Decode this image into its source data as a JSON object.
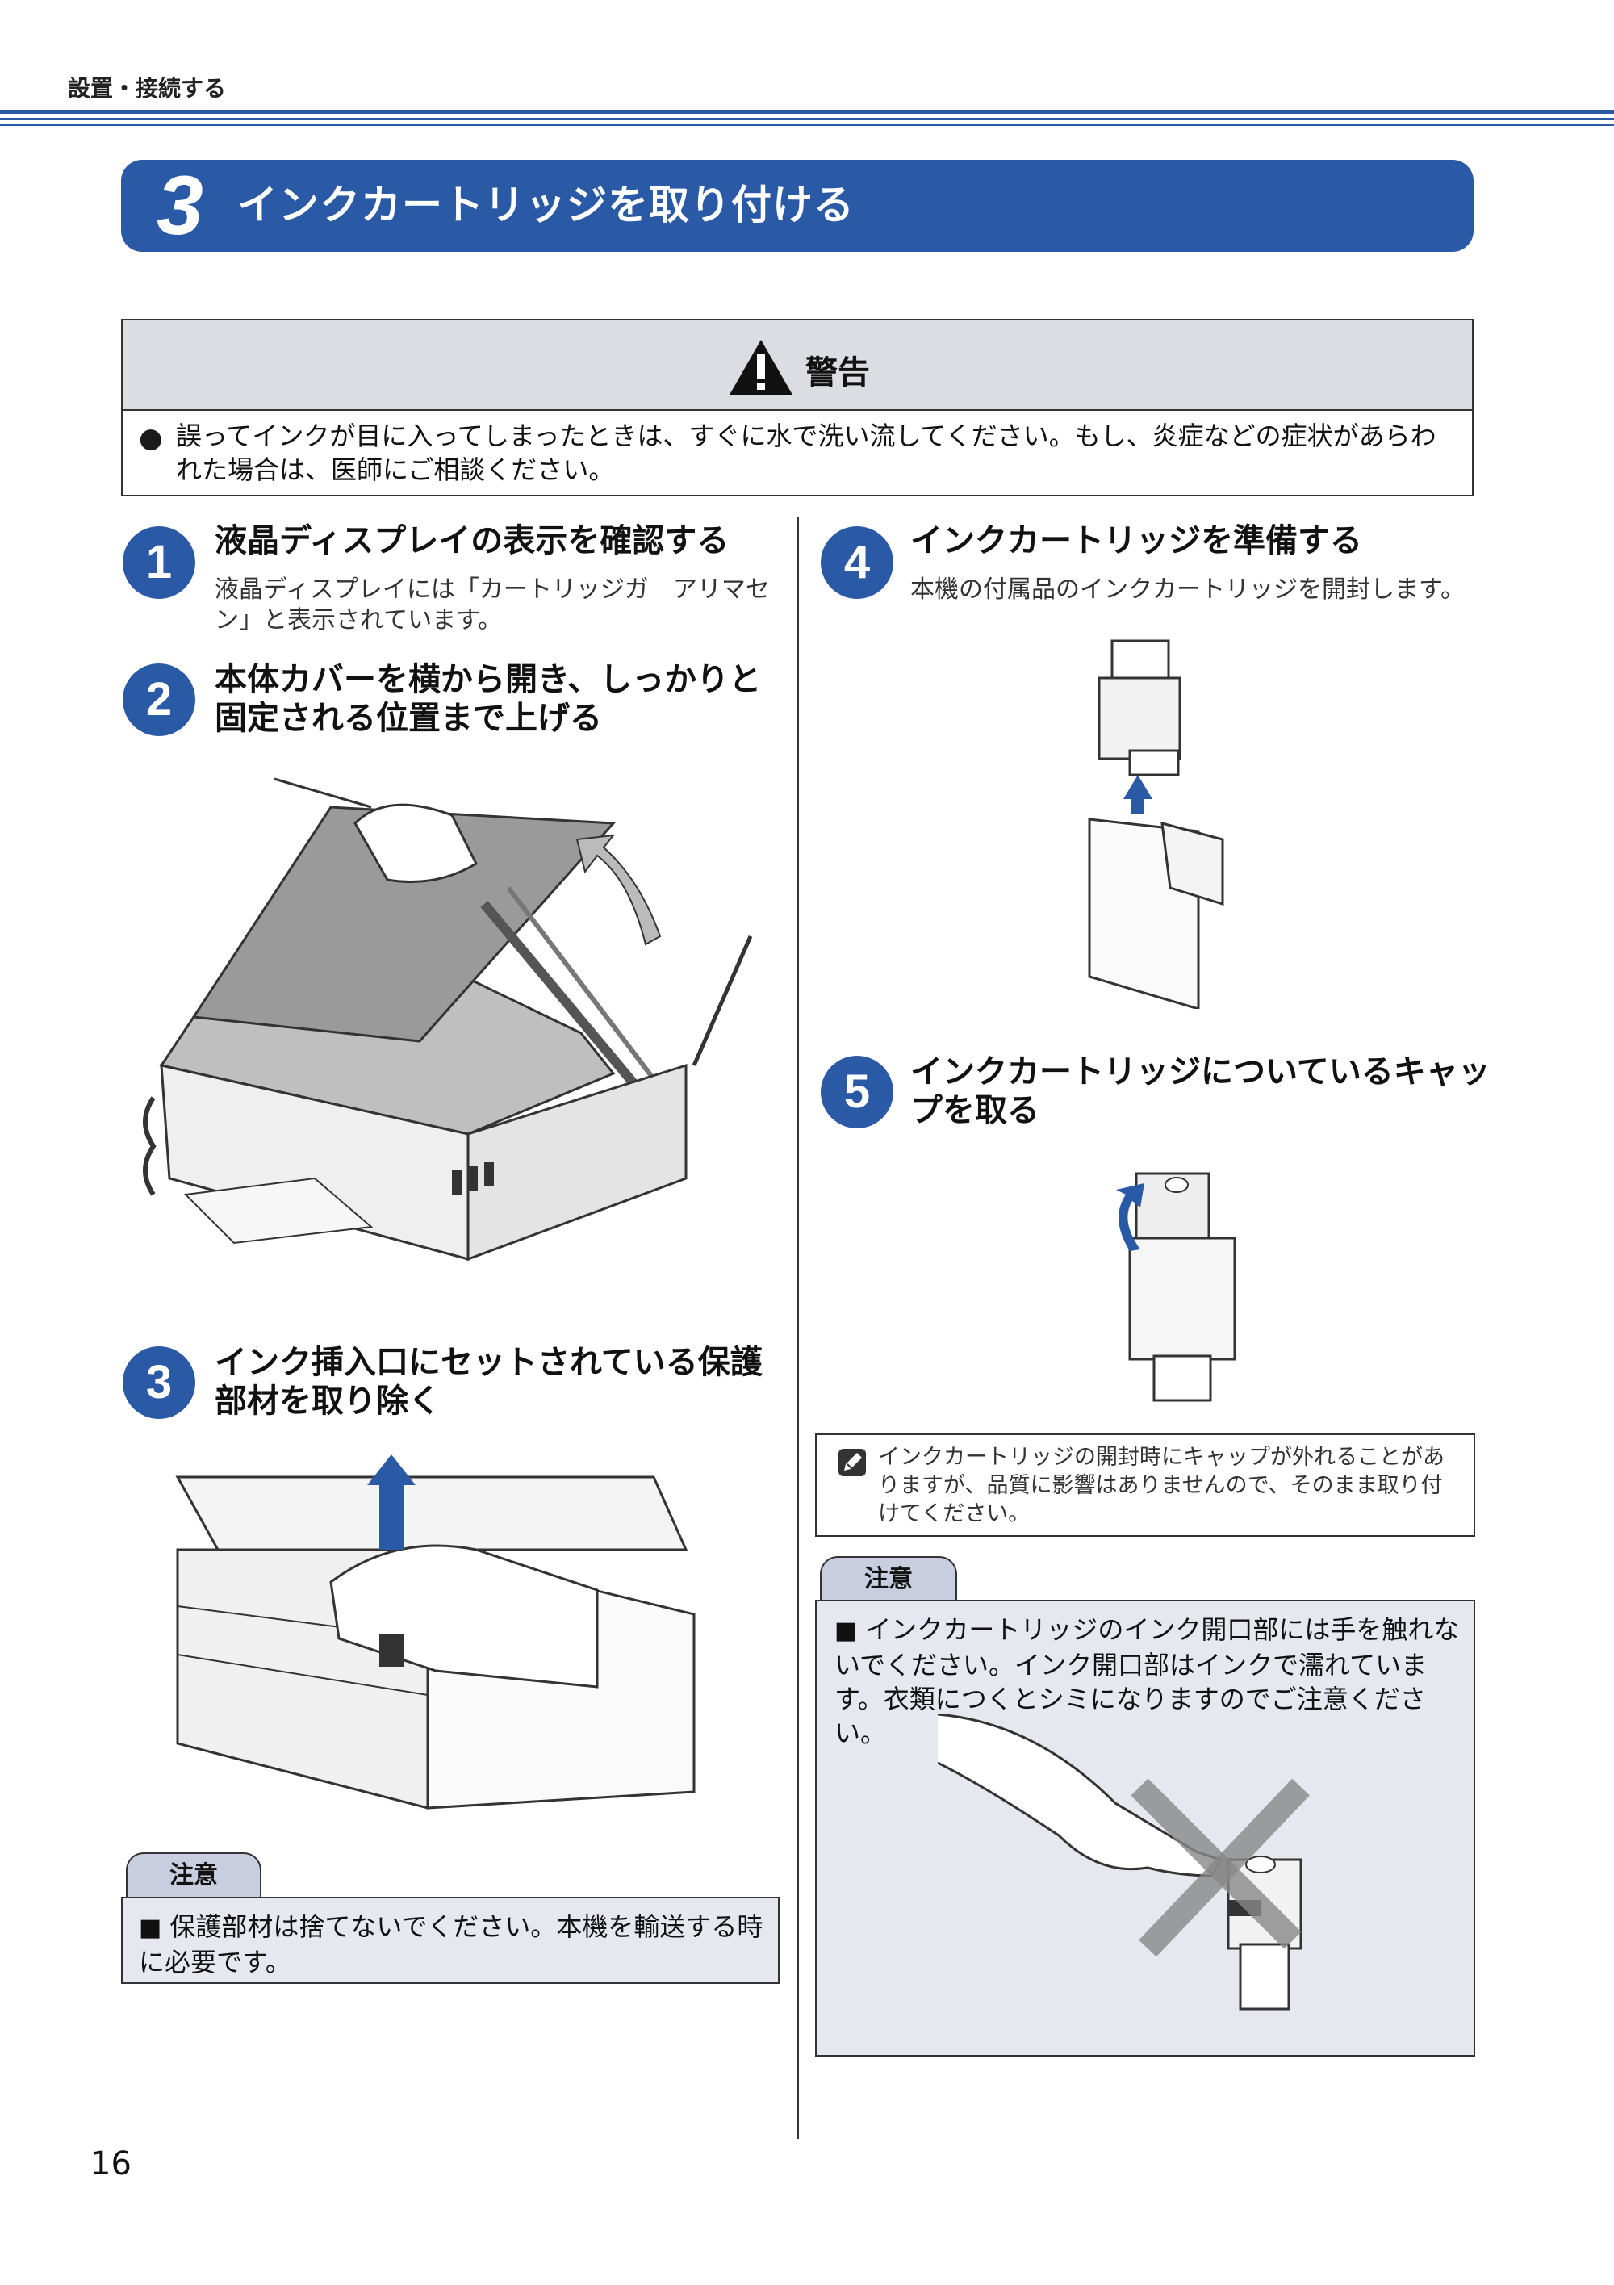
{
  "header": {
    "running_title": "設置・接続する"
  },
  "section": {
    "number": "3",
    "title": "インクカートリッジを取り付ける"
  },
  "warning": {
    "title": "警告",
    "bullet": "●",
    "text": "誤ってインクが目に入ってしまったときは、すぐに水で洗い流してください。もし、炎症などの症状があらわれた場合は、医師にご相談ください。"
  },
  "steps": [
    {
      "number": "1",
      "title": "液晶ディスプレイの表示を確認する",
      "desc": "液晶ディスプレイには「カートリッジガ　アリマセン」と表示されています。"
    },
    {
      "number": "2",
      "title": "本体カバーを横から開き、しっかりと固定される位置まで上げる",
      "desc": ""
    },
    {
      "number": "3",
      "title": "インク挿入口にセットされている保護部材を取り除く",
      "desc": ""
    },
    {
      "number": "4",
      "title": "インクカートリッジを準備する",
      "desc": "本機の付属品のインクカートリッジを開封します。"
    },
    {
      "number": "5",
      "title": "インクカートリッジについているキャップを取る",
      "desc": ""
    }
  ],
  "memo": {
    "icon": "memo-pencil-icon",
    "text": "インクカートリッジの開封時にキャップが外れることがありますが、品質に影響はありませんので、そのまま取り付けてください。"
  },
  "caution_left": {
    "tab": "注意",
    "bullet": "■",
    "text": "保護部材は捨てないでください。本機を輸送する時に必要です。"
  },
  "caution_right": {
    "tab": "注意",
    "bullet": "■",
    "text": "インクカートリッジのインク開口部には手を触れないでください。インク開口部はインクで濡れています。衣類につくとシミになりますのでご注意ください。"
  },
  "page_number": "16",
  "colors": {
    "accent": "#2a5aa6",
    "caution_bg": "#e6e8ef",
    "warning_bg": "#dcdde2"
  }
}
